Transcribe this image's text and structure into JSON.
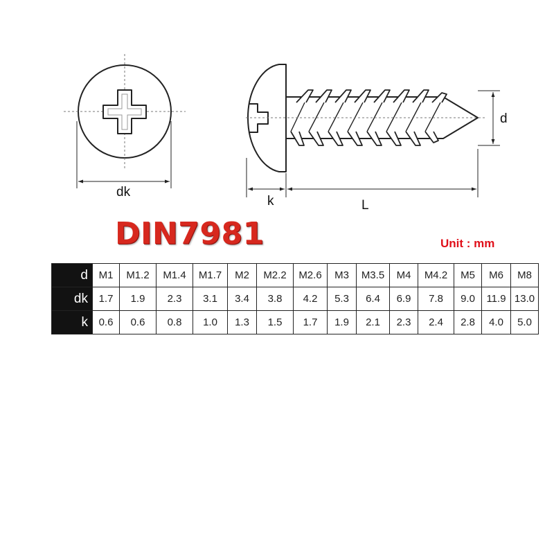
{
  "labels": {
    "head_diameter": "dk",
    "head_height": "k",
    "length": "L",
    "thread_diameter": "d"
  },
  "title": "DIN7981",
  "unit": "Unit : mm",
  "colors": {
    "title": "#d7281e",
    "unit": "#e0101a",
    "header_cells": "#121212"
  },
  "icons": [
    "phillips-head-top-view",
    "pan-head-tapping-screw-side-view"
  ],
  "table": {
    "rows": [
      {
        "header": "d",
        "cells": [
          "M1",
          "M1.2",
          "M1.4",
          "M1.7",
          "M2",
          "M2.2",
          "M2.6",
          "M3",
          "M3.5",
          "M4",
          "M4.2",
          "M5",
          "M6",
          "M8"
        ]
      },
      {
        "header": "dk",
        "cells": [
          "1.7",
          "1.9",
          "2.3",
          "3.1",
          "3.4",
          "3.8",
          "4.2",
          "5.3",
          "6.4",
          "6.9",
          "7.8",
          "9.0",
          "11.9",
          "13.0"
        ]
      },
      {
        "header": "k",
        "cells": [
          "0.6",
          "0.6",
          "0.8",
          "1.0",
          "1.3",
          "1.5",
          "1.7",
          "1.9",
          "2.1",
          "2.3",
          "2.4",
          "2.8",
          "4.0",
          "5.0"
        ]
      }
    ]
  }
}
